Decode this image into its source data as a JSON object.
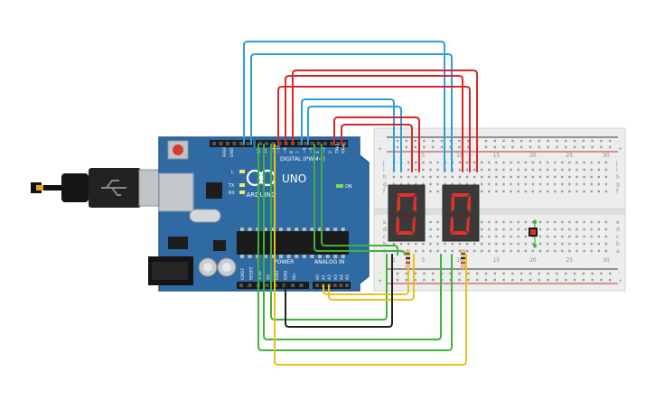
{
  "arduino": {
    "logo_text": "ARDUINO",
    "model": "UNO",
    "digital_label": "DIGITAL (PWM~)",
    "analog_label": "ANALOG IN",
    "power_label": "POWER",
    "on_label": "ON",
    "aref_label": "AREF",
    "gnd_label": "GND",
    "tx_label": "TX",
    "rx_label": "RX",
    "l_label": "L",
    "digital_pins": [
      "13",
      "12",
      "~11",
      "~10",
      "~9",
      "8",
      "7",
      "~6",
      "~5",
      "4",
      "~3",
      "2",
      "TX▸1",
      "RX◂0"
    ],
    "power_pins": [
      "IOREF",
      "RESET",
      "3.3V",
      "5V",
      "GND",
      "GND",
      "Vin"
    ],
    "analog_pins": [
      "A0",
      "A1",
      "A2",
      "A3",
      "A4",
      "A5"
    ]
  },
  "breadboard": {
    "row_letters_top": [
      "j",
      "i",
      "h",
      "g",
      "f"
    ],
    "row_letters_bottom": [
      "e",
      "d",
      "c",
      "b",
      "a"
    ],
    "rail_plus": "+",
    "rail_minus": "-",
    "column_numbers": [
      "1",
      "5",
      "10",
      "15",
      "20",
      "25",
      "30"
    ]
  },
  "displays": [
    {
      "digit": "0"
    },
    {
      "digit": "0"
    }
  ],
  "colors": {
    "board": "#2f6aa3",
    "wire_blue": "#2d9fd6",
    "wire_red": "#d62a2a",
    "wire_green": "#3fb33a",
    "wire_yellow": "#e8c21a",
    "wire_black": "#222222",
    "display_segment": "#e0322b",
    "display_body": "#3a3a3a"
  }
}
